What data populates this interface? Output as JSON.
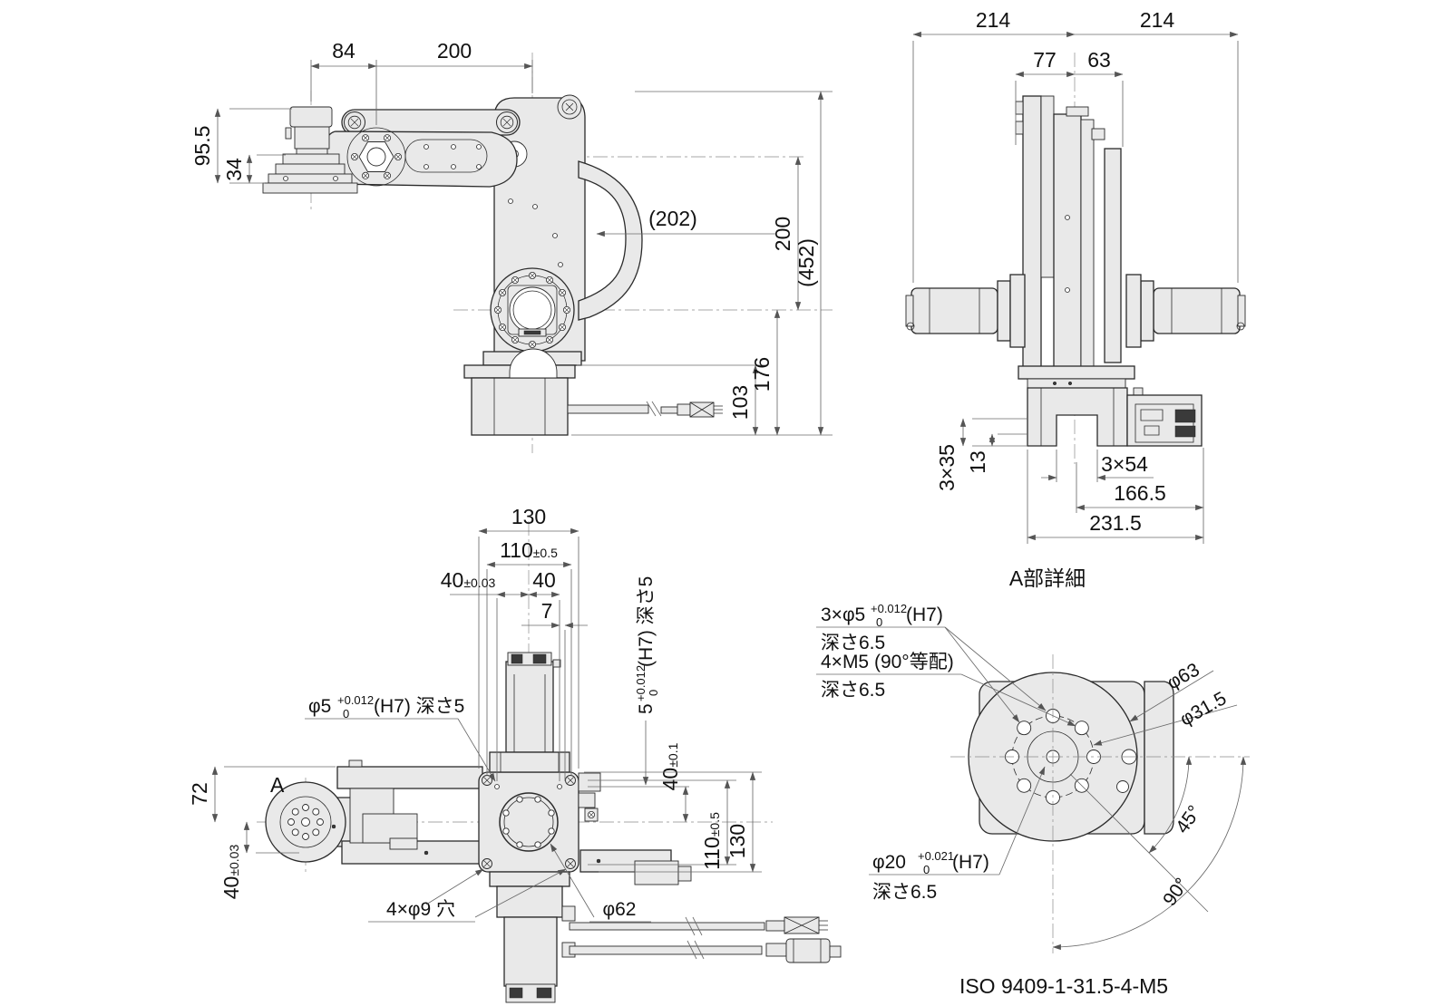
{
  "drawing": {
    "type": "robot-arm-dimension-drawing",
    "note": "ISO 9409-1-31.5-4-M5",
    "colors": {
      "part_fill": "#e9e9e9",
      "line": "#2b2b2b",
      "dim_line": "#6a6a6a",
      "text": "#111111",
      "background": "#ffffff"
    }
  },
  "side_view": {
    "dims": {
      "d84": "84",
      "d200_top": "200",
      "d95_5": "95.5",
      "d34": "34",
      "d202": "(202)",
      "d200_right": "200",
      "d452": "(452)",
      "d176": "176",
      "d103": "103"
    }
  },
  "front_view": {
    "dims": {
      "d214_l": "214",
      "d214_r": "214",
      "d77": "77",
      "d63": "63",
      "d3x35": "3×35",
      "d13": "13",
      "d3x54": "3×54",
      "d166_5": "166.5",
      "d231_5": "231.5"
    }
  },
  "top_view": {
    "dims": {
      "d130_top": "130",
      "d110_top": {
        "main": "110",
        "tol": "±0.5"
      },
      "d40_offset": {
        "main": "40",
        "tol": "±0.03"
      },
      "d40_top": "40",
      "d7": "7",
      "d72": "72",
      "d40_left": {
        "main": "40",
        "tol": "±0.03"
      },
      "d40_right": {
        "main": "40",
        "tol": "±0.1"
      },
      "d110_right": {
        "main": "110",
        "tol": "±0.5"
      },
      "d130_right": "130"
    },
    "labels": {
      "detail_a": "A",
      "pin_hole": {
        "base": "φ5",
        "tol_up": "+0.012",
        "tol_dn": "0",
        "suffix": "(H7) 深さ5"
      },
      "pin_hole_side": {
        "base": "5",
        "tol_up": "+0.012",
        "tol_dn": "0",
        "suffix": "(H7) 深さ5"
      },
      "holes": "4×φ9 穴",
      "d62": "φ62"
    }
  },
  "detail_view": {
    "title": "A部詳細",
    "dowel": {
      "base": "3×φ5",
      "tol_up": "+0.012",
      "tol_dn": "0",
      "suffix": "(H7)",
      "depth": "深さ6.5"
    },
    "tap": {
      "line1": "4×M5 (90°等配)",
      "depth": "深さ6.5"
    },
    "d63": "φ63",
    "d31_5": "φ31.5",
    "a45": "45°",
    "a90": "90°",
    "bore": {
      "base": "φ20",
      "tol_up": "+0.021",
      "tol_dn": "0",
      "suffix": "(H7)",
      "depth": "深さ6.5"
    },
    "note": "ISO 9409-1-31.5-4-M5"
  }
}
